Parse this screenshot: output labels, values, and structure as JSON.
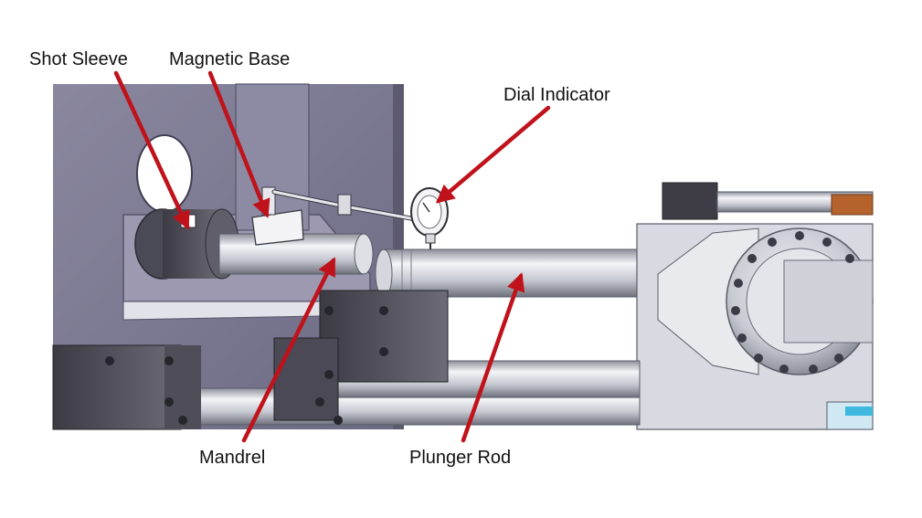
{
  "labels": {
    "shot_sleeve": "Shot Sleeve",
    "magnetic_base": "Magnetic Base",
    "dial_indicator": "Dial Indicator",
    "mandrel": "Mandrel",
    "plunger_rod": "Plunger Rod"
  },
  "colors": {
    "arrow": "#c0121a",
    "plate": "#7d7a93",
    "plate_dark": "#4f4c63",
    "steel_light": "#ecedf1",
    "steel_mid": "#b7b9c3",
    "steel_dark": "#6a6c78"
  }
}
